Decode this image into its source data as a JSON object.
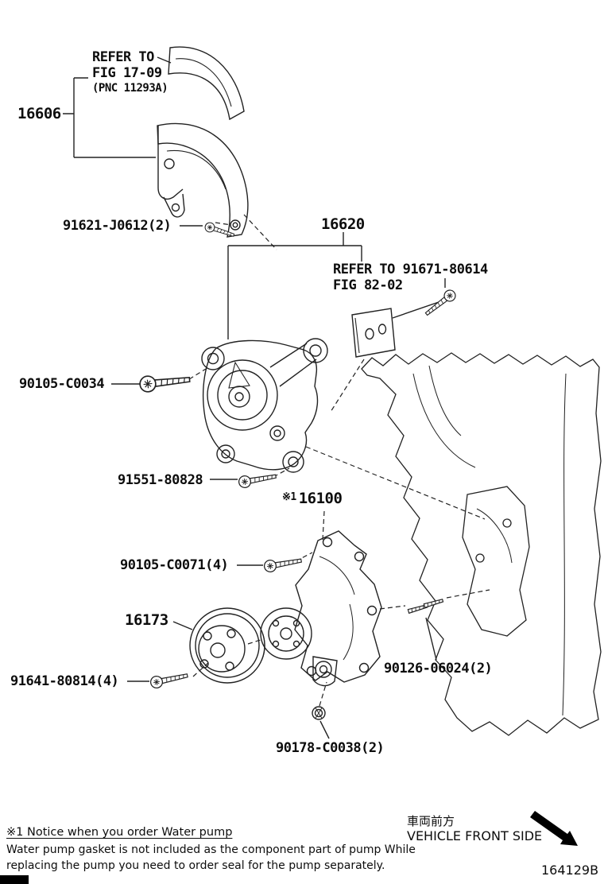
{
  "figure": {
    "callouts": {
      "refer_fig_17_09": {
        "l1": "REFER TO",
        "l2": "FIG 17-09",
        "l3": "(PNC 11293A)"
      },
      "belt_cover": "16606",
      "bolt_91621": "91621-J0612(2)",
      "tensioner": "16620",
      "refer_fig_82_02": {
        "l1": "REFER TO 91671-80614",
        "l2": "FIG 82-02"
      },
      "bolt_90105_c0034": "90105-C0034",
      "bolt_91551": "91551-80828",
      "water_pump_mark": "※1",
      "water_pump": "16100",
      "bolt_90105_c0071": "90105-C0071(4)",
      "pulley": "16173",
      "bolt_91641": "91641-80814(4)",
      "stud_90126": "90126-06024(2)",
      "nut_90178": "90178-C0038(2)"
    },
    "notice": {
      "title": "※1 Notice when you order Water pump",
      "body_l1": "Water pump gasket is not included as the component part of pump While",
      "body_l2": "replacing the pump you need to order seal for the pump separately."
    },
    "orientation": {
      "jp": "車両前方",
      "en": "VEHICLE FRONT SIDE"
    },
    "figure_code": "164129B",
    "colors": {
      "line": "#222222",
      "background": "#ffffff"
    }
  }
}
